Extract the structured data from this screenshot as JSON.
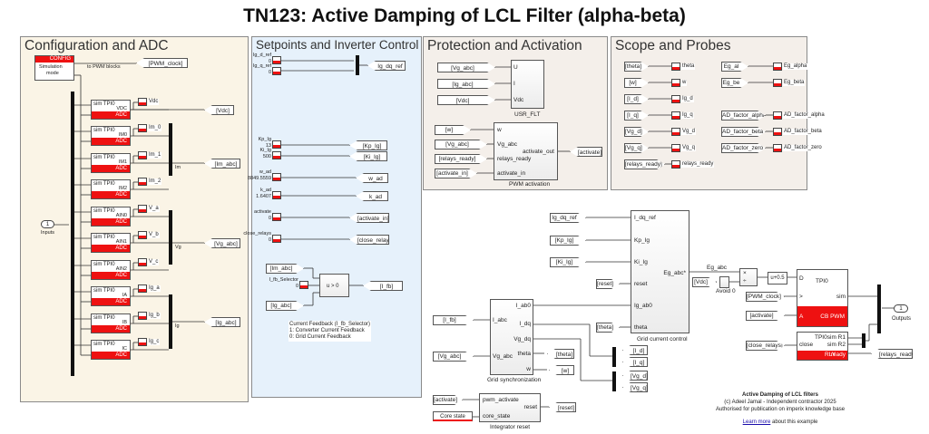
{
  "title": "TN123: Active Damping of LCL Filter (alpha-beta)",
  "areas": {
    "config": "Configuration and ADC",
    "setpoints": "Setpoints and Inverter Control",
    "protection": "Protection and Activation",
    "scope": "Scope and Probes"
  },
  "config": {
    "config_block": {
      "header": "CONFIG",
      "body_line1": "Simulation",
      "body_line2": "mode"
    },
    "to_pwm_label": "to PWM blocks",
    "pwm_clock_goto": "[PWM_clock]",
    "inport_number": "1",
    "inport_label": "Inputs",
    "adc_blocks": [
      {
        "top": "sim TPI0",
        "sub": "VDC",
        "bottom": "ADC",
        "scope": "Vdc"
      },
      {
        "top": "sim TPI0",
        "sub": "IM0",
        "bottom": "ADC",
        "scope": "Im_0"
      },
      {
        "top": "sim TPI0",
        "sub": "IM1",
        "bottom": "ADC",
        "scope": "Im_1"
      },
      {
        "top": "sim TPI0",
        "sub": "IM2",
        "bottom": "ADC",
        "scope": "Im_2"
      },
      {
        "top": "sim TPI0",
        "sub": "AIN0",
        "bottom": "ADC",
        "scope": "V_a"
      },
      {
        "top": "sim TPI0",
        "sub": "AIN1",
        "bottom": "ADC",
        "scope": "V_b"
      },
      {
        "top": "sim TPI0",
        "sub": "AIN2",
        "bottom": "ADC",
        "scope": "V_c"
      },
      {
        "top": "sim TPI0",
        "sub": "IA",
        "bottom": "ADC",
        "scope": "Ig_a"
      },
      {
        "top": "sim TPI0",
        "sub": "IB",
        "bottom": "ADC",
        "scope": "Ig_b"
      },
      {
        "top": "sim TPI0",
        "sub": "IC",
        "bottom": "ADC",
        "scope": "Ig_c"
      }
    ],
    "gotos": {
      "vdc": "[Vdc]",
      "im_abc": "[Im_abc]",
      "vg_abc": "[Vg_abc]",
      "ig_abc": "[Ig_abc]"
    },
    "bus_labels": {
      "im": "Im",
      "vg": "Vg",
      "ig": "Ig"
    }
  },
  "setpoints": {
    "consts": [
      {
        "name": "Ig_d_ref",
        "value": "0"
      },
      {
        "name": "Ig_q_ref",
        "value": "0"
      },
      {
        "name": "Kp_Ig",
        "value": "13"
      },
      {
        "name": "Ki_Ig",
        "value": "500"
      },
      {
        "name": "w_ad",
        "value": "8849.5559"
      },
      {
        "name": "k_ad",
        "value": "1.6407"
      },
      {
        "name": "activate",
        "value": "0"
      },
      {
        "name": "close_relays",
        "value": "0"
      },
      {
        "name": "I_fb_Selector",
        "value": "0"
      }
    ],
    "gotos": {
      "ig_dq_ref": "Ig_dq_ref",
      "kp": "[Kp_Ig]",
      "ki": "[Ki_Ig]",
      "w_ad": "w_ad",
      "k_ad": "k_ad",
      "activate_in": "[activate_in]",
      "close_relays": "[close_relays]",
      "i_fb": "[I_fb]"
    },
    "froms": {
      "im_abc": "[Im_abc]",
      "ig_abc": "[Ig_abc]"
    },
    "switch_label": "u > 0",
    "note": [
      "Current Feedback (I_fb_Selector)",
      "1: Converter Current Feedback",
      "0: Grid Current Feedback"
    ]
  },
  "protection": {
    "usr_flt": {
      "name": "USR_FLT",
      "inputs": [
        "U",
        "I",
        "Vdc"
      ]
    },
    "usr_froms": [
      "[Vg_abc]",
      "[Ig_abc]",
      "[Vdc]"
    ],
    "pwm_act": {
      "name": "PWM activation",
      "inputs": [
        "w",
        "Vg_abc",
        "relays_ready",
        "activate_in"
      ],
      "output": "activate_out"
    },
    "pwm_froms": [
      "[w]",
      "[Vg_abc]",
      "[relays_ready]",
      "[activate_in]"
    ],
    "activate_goto": "[activate]"
  },
  "scope": {
    "left": [
      {
        "from": "[theta]",
        "scope": "theta"
      },
      {
        "from": "[w]",
        "scope": "w"
      },
      {
        "from": "[I_d]",
        "scope": "Ig_d"
      },
      {
        "from": "[I_q]",
        "scope": "Ig_q"
      },
      {
        "from": "[Vg_d]",
        "scope": "Vg_d"
      },
      {
        "from": "[Vg_q]",
        "scope": "Vg_q"
      },
      {
        "from": "[relays_ready]",
        "scope": "relays_ready"
      }
    ],
    "right": [
      {
        "from": "Eg_al",
        "scope": "Eg_alpha"
      },
      {
        "from": "Eg_be",
        "scope": "Eg_beta"
      },
      {
        "from": "AD_factor_alpha",
        "scope": "AD_factor_alpha"
      },
      {
        "from": "AD_factor_beta",
        "scope": "AD_factor_beta"
      },
      {
        "from": "AD_factor_zero",
        "scope": "AD_factor_zero"
      }
    ]
  },
  "control": {
    "gcc": {
      "name": "Grid current control",
      "inputs": [
        "I_dq_ref",
        "Kp_Ig",
        "Ki_Ig",
        "reset",
        "Ig_ab0",
        "theta"
      ],
      "output": "Eg_abc*"
    },
    "gcc_froms": [
      "Ig_dq_ref",
      "[Kp_Ig]",
      "[Ki_Ig]",
      "[reset]",
      "[theta]"
    ],
    "sync": {
      "name": "Grid synchronization",
      "inputs": [
        "I_abc",
        "Vg_abc"
      ],
      "outputs": [
        "I_ab0",
        "I_dq",
        "Vg_dq",
        "theta",
        "w"
      ]
    },
    "sync_froms": [
      "[I_fb]",
      "[Vg_abc]"
    ],
    "sync_gotos": {
      "theta": "[theta]",
      "w": "[w]",
      "i_d": "[I_d]",
      "i_q": "[I_q]",
      "vg_d": "[Vg_d]",
      "vg_q": "[Vg_q]"
    },
    "reset_blk": {
      "name": "Integrator reset",
      "inputs": [
        "pwm_activate",
        "core_state"
      ],
      "output": "reset"
    },
    "reset_froms": [
      "[activate]"
    ],
    "core_state": "Core state",
    "reset_goto": "[reset]",
    "eg_abc_label": "Eg_abc",
    "vdc_from": "[Vdc]",
    "avoid0": "Avoid 0",
    "product_ops": [
      "×",
      "÷"
    ],
    "bias": "u+0.5",
    "cbpwm": {
      "top": "TPI0",
      "inputs": [
        "D",
        ">",
        "A"
      ],
      "output": "sim",
      "bottom": "CB PWM"
    },
    "cbpwm_froms": [
      "[PWM_clock]",
      "[activate]"
    ],
    "rly": {
      "top": "TPI0",
      "outputs": [
        "sim R1",
        "sim R2",
        "ready"
      ],
      "input": "close",
      "bottom": "RLY"
    },
    "rly_from": "[close_relays]",
    "relays_goto": "[relays_ready]",
    "outport_number": "1",
    "outport_label": "Outputs"
  },
  "credits": {
    "title": "Active Damping of LCL filters",
    "line1": "(c) Adeel Jamal - Independent contractor 2025",
    "line2": "Authorised for publication on imperix knowledge base",
    "link": "Learn more",
    "link_suffix": " about this example"
  }
}
